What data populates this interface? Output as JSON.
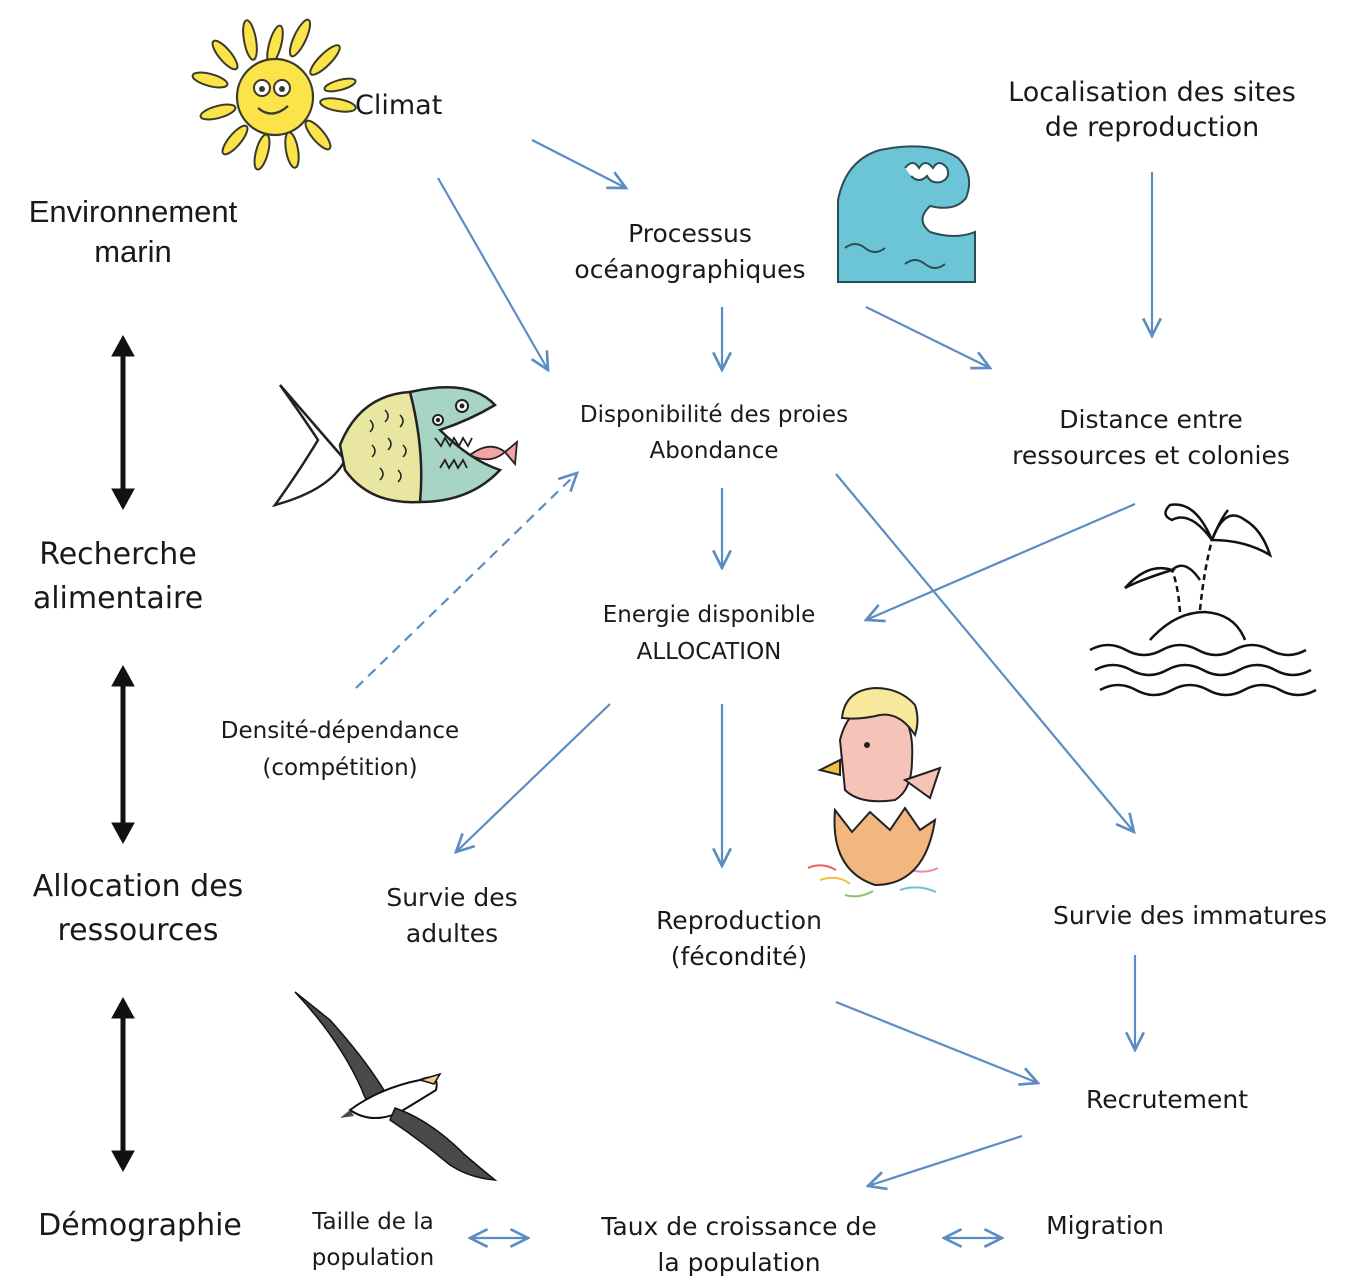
{
  "levels": {
    "environnement": [
      "Environnement",
      "marin"
    ],
    "recherche": [
      "Recherche",
      "alimentaire"
    ],
    "allocation": [
      "Allocation des",
      "ressources"
    ],
    "demographie": "Démographie"
  },
  "nodes": {
    "climat": "Climat",
    "localisation": [
      "Localisation des sites",
      "de reproduction"
    ],
    "processus": [
      "Processus",
      "océanographiques"
    ],
    "disponibilite": [
      "Disponibilité des proies",
      "Abondance"
    ],
    "distance": [
      "Distance entre",
      "ressources et colonies"
    ],
    "energie": [
      "Energie disponible",
      "ALLOCATION"
    ],
    "densite": [
      "Densité-dépendance",
      "(compétition)"
    ],
    "survie_adultes": [
      "Survie des",
      "adultes"
    ],
    "reproduction": [
      "Reproduction",
      "(fécondité)"
    ],
    "survie_immatures": "Survie des immatures",
    "recrutement": "Recrutement",
    "taille": [
      "Taille de la",
      "population"
    ],
    "taux": [
      "Taux de croissance de",
      "la population"
    ],
    "migration": "Migration"
  },
  "colors": {
    "arrow": "#5b8cc4",
    "level_arrow": "#111111",
    "sun": "#fbe44a",
    "wave": "#6cc5d6",
    "fish_body": "#e8e6a0",
    "fish_head": "#a8d4c4",
    "egg": "#f2b77e"
  },
  "icons": [
    "sun-icon",
    "wave-icon",
    "fish-icon",
    "island-icon",
    "chick-icon",
    "albatross-icon"
  ]
}
